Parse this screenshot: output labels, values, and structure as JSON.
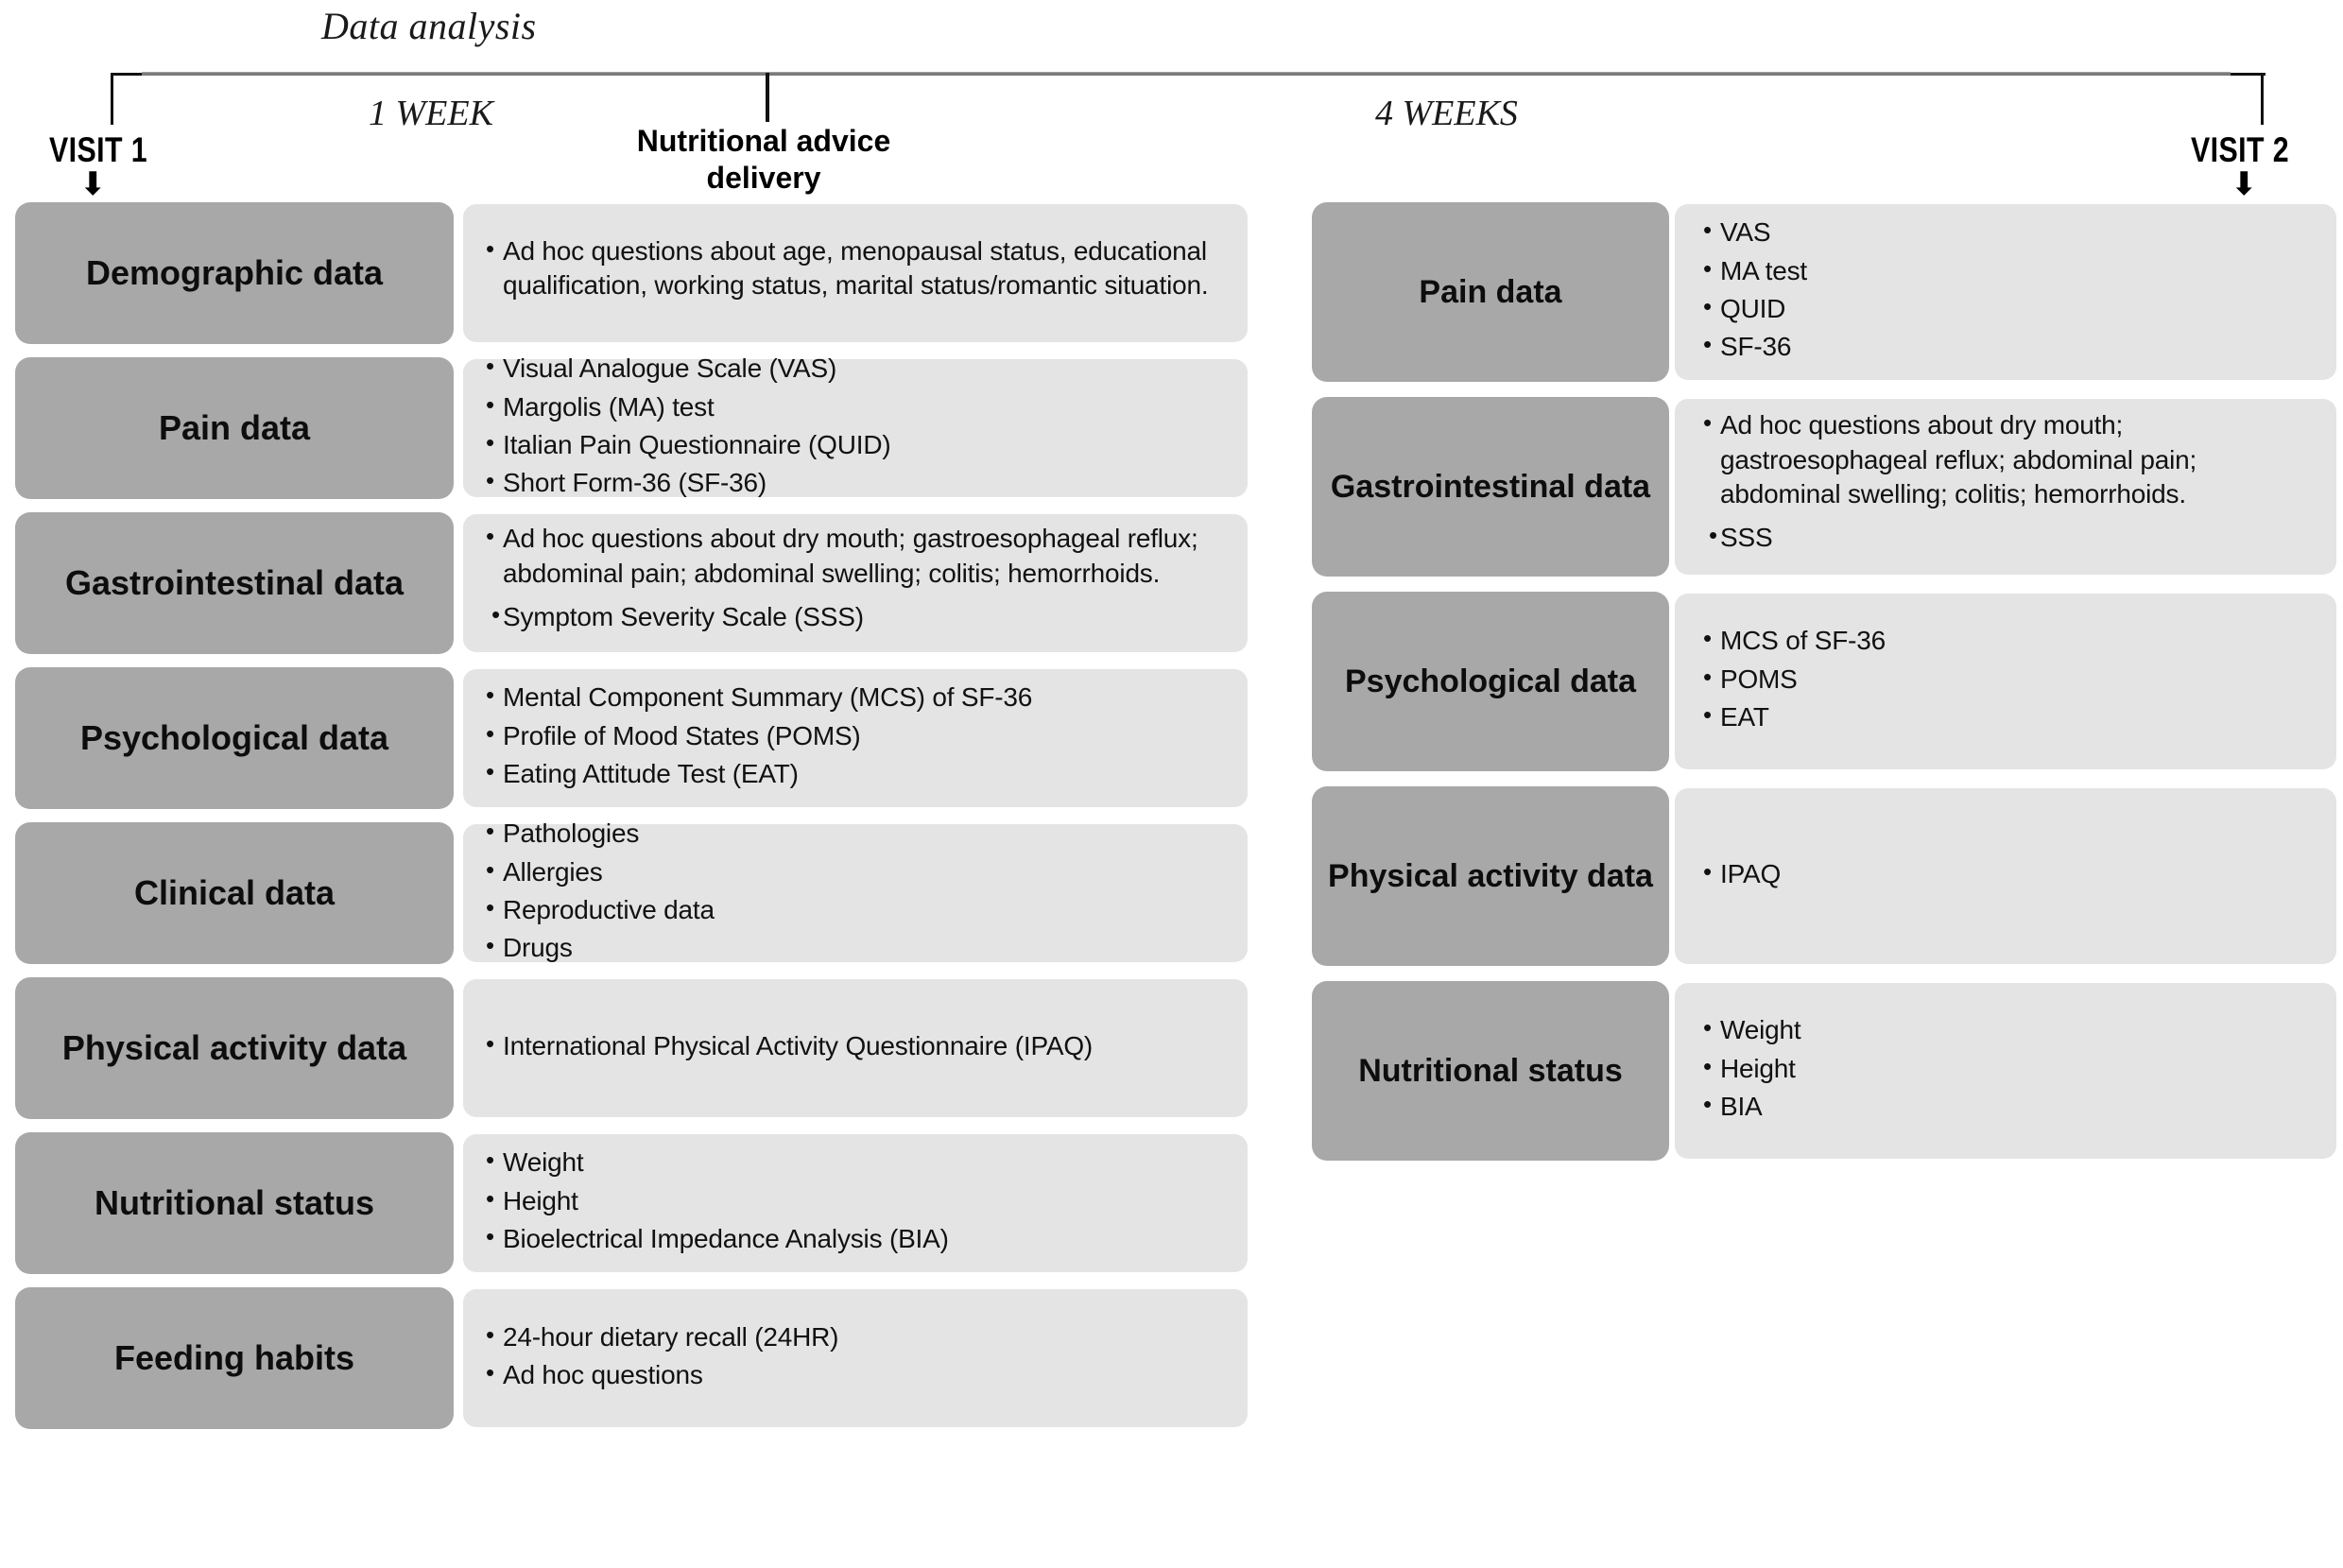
{
  "timeline": {
    "title": "Data analysis",
    "visit1": "VISIT 1",
    "visit2": "VISIT 2",
    "arrow_glyph": "⬇",
    "period1": "1 WEEK",
    "period2": "4 WEEKS",
    "midpoint_label": "Nutritional advice delivery"
  },
  "visit1_rows": [
    {
      "label": "Demographic data",
      "items": [
        "Ad hoc questions about age, menopausal status, educational qualification, working status, marital status/romantic situation."
      ]
    },
    {
      "label": "Pain data",
      "items": [
        "Visual Analogue Scale (VAS)",
        "Margolis (MA) test",
        "Italian Pain Questionnaire (QUID)",
        "Short Form-36 (SF-36)"
      ]
    },
    {
      "label": "Gastrointestinal data",
      "items": [
        "Ad hoc questions about dry mouth; gastroesophageal reflux; abdominal pain; abdominal swelling; colitis; hemorrhoids.",
        "Symptom Severity Scale (SSS)"
      ]
    },
    {
      "label": "Psychological data",
      "items": [
        "Mental Component Summary (MCS) of SF-36",
        "Profile of Mood States (POMS)",
        "Eating Attitude Test (EAT)"
      ]
    },
    {
      "label": "Clinical data",
      "items": [
        "Pathologies",
        "Allergies",
        "Reproductive data",
        "Drugs"
      ]
    },
    {
      "label": "Physical activity data",
      "items": [
        "International Physical Activity Questionnaire (IPAQ)"
      ]
    },
    {
      "label": "Nutritional status",
      "items": [
        "Weight",
        "Height",
        "Bioelectrical Impedance Analysis (BIA)"
      ]
    },
    {
      "label": "Feeding habits",
      "items": [
        "24-hour dietary recall (24HR)",
        "Ad hoc questions"
      ]
    }
  ],
  "visit2_rows": [
    {
      "label": "Pain data",
      "items": [
        "VAS",
        "MA test",
        "QUID",
        "SF-36"
      ]
    },
    {
      "label": "Gastrointestinal data",
      "items": [
        "Ad hoc questions about dry mouth; gastroesophageal reflux; abdominal pain; abdominal swelling; colitis; hemorrhoids.",
        "SSS"
      ]
    },
    {
      "label": "Psychological data",
      "items": [
        "MCS of SF-36",
        "POMS",
        "EAT"
      ]
    },
    {
      "label": "Physical activity data",
      "items": [
        "IPAQ"
      ]
    },
    {
      "label": "Nutritional status",
      "items": [
        "Weight",
        "Height",
        "BIA"
      ]
    }
  ],
  "colors": {
    "label_box": "#a8a8a8",
    "content_box": "#e4e4e4",
    "text": "#111111",
    "timeline_line": "#111111",
    "timeline_accent": "#8d8d8d"
  }
}
